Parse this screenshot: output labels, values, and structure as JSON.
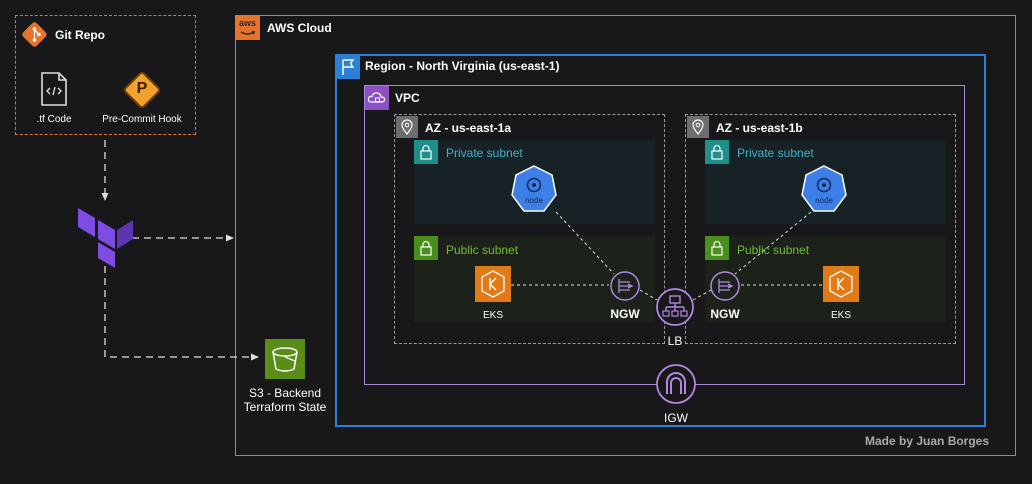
{
  "git_repo": {
    "title": "Git Repo",
    "tf_code_label": ".tf Code",
    "precommit_label": "Pre-Commit Hook",
    "precommit_glyph": "P"
  },
  "aws_cloud": {
    "title": "AWS Cloud",
    "logo_text": "aws"
  },
  "region": {
    "title": "Region - North Virginia (us-east-1)"
  },
  "vpc": {
    "title": "VPC"
  },
  "az_a": {
    "title": "AZ - us-east-1a",
    "private_subnet": "Private subnet",
    "public_subnet": "Public subnet",
    "node_label": "node",
    "eks_label": "EKS",
    "ngw_label": "NGW"
  },
  "az_b": {
    "title": "AZ - us-east-1b",
    "private_subnet": "Private subnet",
    "public_subnet": "Public subnet",
    "node_label": "node",
    "eks_label": "EKS",
    "ngw_label": "NGW"
  },
  "lb_label": "LB",
  "igw_label": "IGW",
  "s3": {
    "line1": "S3 - Backend",
    "line2": "Terraform State"
  },
  "credit": "Made by Juan Borges",
  "colors": {
    "background": "#18181a",
    "orange": "#e6732a",
    "region_blue": "#2a7fd6",
    "vpc_purple": "#a98ad6",
    "private_teal": "#1f8f8a",
    "public_green": "#4a8f1c",
    "private_fill": "#172227",
    "public_fill": "#1c2219",
    "eks_orange": "#e37a18",
    "node_blue": "#3d7fe6",
    "s3_green": "#5a8c18",
    "terraform_purple": "#7c4de0",
    "dashed_gray": "#cccccc"
  }
}
